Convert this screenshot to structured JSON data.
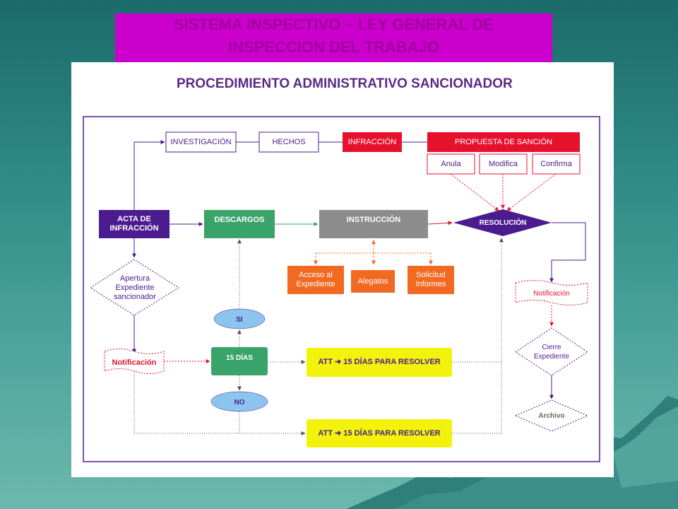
{
  "header": {
    "line1": "SISTEMA INSPECTIVO – LEY GENERAL DE",
    "line2": "INSPECCION DEL TRABAJO"
  },
  "diagram": {
    "title": "PROCEDIMIENTO ADMINISTRATIVO SANCIONADOR",
    "nodes": {
      "investigacion": "INVESTIGACIÓN",
      "hechos": "HECHOS",
      "infraccion": "INFRACCIÓN",
      "propuesta": "PROPUESTA DE SANCIÓN",
      "anula": "Anula",
      "modifica": "Modifica",
      "confirma": "Confirma",
      "acta": "ACTA DE INFRACCIÓN",
      "descargos": "DESCARGOS",
      "instruccion": "INSTRUCCIÓN",
      "resolucion": "RESOLUCIÓN",
      "apertura": "Apertura Expediente sancionador",
      "acceso": "Acceso al Expediente",
      "alegatos": "Alegatos",
      "solicitud": "Solicitud Informes",
      "notificacion_right": "Notificación",
      "cierre": "Cierre Expediente",
      "archivo": "Archivo",
      "notificacion_left": "Notificación",
      "quince_dias": "15 DÍAS",
      "si": "SI",
      "no": "NO",
      "att_1": "ATT ➜ 15 DÍAS PARA RESOLVER",
      "att_2": "ATT ➜ 15 DÍAS PARA RESOLVER"
    },
    "colors": {
      "purple": "#4b1c8f",
      "green": "#3aa36a",
      "gray": "#8c8c8c",
      "red": "#e8112d",
      "orange": "#f26a22",
      "yellow": "#f2f20a",
      "blue_oval": "#8cc4f0",
      "magenta_header": "#cc00cc"
    }
  }
}
